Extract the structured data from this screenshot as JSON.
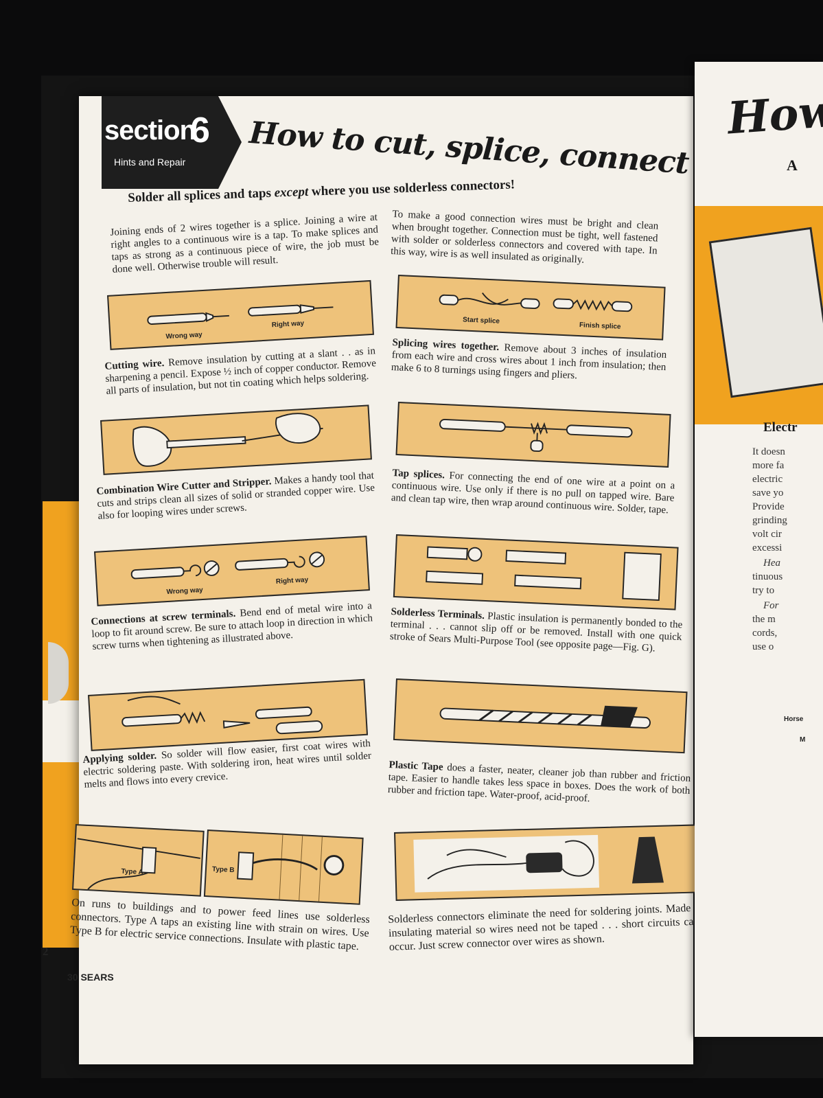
{
  "section": {
    "word": "section",
    "number": "6",
    "subtitle": "Hints and Repair"
  },
  "headline": "How to cut, splice, connect wires",
  "subhead": {
    "pre": "Solder all splices and taps ",
    "em": "except",
    "post": " where you use solderless connectors!"
  },
  "intro_left": "Joining ends of 2 wires together is a splice. Joining a wire at right angles to a continuous wire is a tap. To make splices and taps as strong as a continuous piece of wire, the job must be done well. Otherwise trouble will result.",
  "intro_right": "To make a good connection wires must be bright and clean when brought together. Connection must be tight, well fastened with solder or solderless connectors and covered with tape. In this way, wire is as well insulated as originally.",
  "panel_labels": {
    "wrong_way": "Wrong way",
    "right_way": "Right way",
    "start_splice": "Start splice",
    "finish_splice": "Finish splice",
    "type_a": "Type A",
    "type_b": "Type B"
  },
  "captions": {
    "cutting_title": "Cutting wire.",
    "cutting_body": " Remove insulation by cutting at a slant . . as in sharpening a pencil. Expose ½ inch of copper conductor. Remove all parts of insulation, but not tin coating which helps soldering.",
    "splicing_title": "Splicing wires together.",
    "splicing_body": " Remove about 3 inches of insulation from each wire and cross wires about 1 inch from insulation; then make 6 to 8 turnings using fingers and pliers.",
    "combo_title": "Combination Wire Cutter and Stripper.",
    "combo_body": " Makes a handy tool that cuts and strips clean all sizes of solid or stranded copper wire. Use also for looping wires under screws.",
    "tap_title": "Tap splices.",
    "tap_body": " For connecting the end of one wire at a point on a continuous wire. Use only if there is no pull on tapped wire. Bare and clean tap wire, then wrap around continuous wire. Solder, tape.",
    "screw_title": "Connections at screw terminals.",
    "screw_body": " Bend end of metal wire into a loop to fit around screw. Be sure to attach loop in direction in which screw turns when tightening as illustrated above.",
    "solderless_title": "Solderless Terminals.",
    "solderless_body": " Plastic insulation is permanently bonded to the terminal . . . cannot slip off or be removed. Install with one quick stroke of Sears Multi-Purpose Tool (see opposite page—Fig. G).",
    "solder_title": "Applying solder.",
    "solder_body": " So solder will flow easier, first coat wires with electric soldering paste. With soldering iron, heat wires until solder melts and flows into every crevice.",
    "tape_title": "Plastic Tape",
    "tape_body": " does a faster, neater, cleaner job than rubber and friction tape. Easier to handle takes less space in boxes. Does the work of both rubber and friction tape. Water-proof, acid-proof.",
    "runs_body": "On runs to buildings and to power feed lines use solderless connectors. Type A taps an existing line with strain on wires. Use Type B for electric service connections. Insulate with plastic tape.",
    "connectors_body": "Solderless connectors eliminate the need for soldering joints. Made of insulating material so wires need not be taped . . . short circuits can't occur. Just screw connector over wires as shown."
  },
  "footer": "30 SEARS",
  "side_page_number": "2",
  "right_page": {
    "title": "How",
    "subtitle": "A",
    "heading": "Electr",
    "lines": [
      "It doesn",
      "more fa",
      "electric",
      "save yo",
      "Provide",
      "grinding",
      "volt cir",
      "excessi",
      "Hea",
      "tinuous",
      "try to",
      "For",
      "the m",
      "cords,",
      "use o"
    ],
    "label_horse": "Horse",
    "label_m": "M"
  },
  "colors": {
    "panel": "#eec27a",
    "accent": "#f0a21f",
    "ink": "#1e1e1e",
    "paper": "#f4f1ea"
  }
}
